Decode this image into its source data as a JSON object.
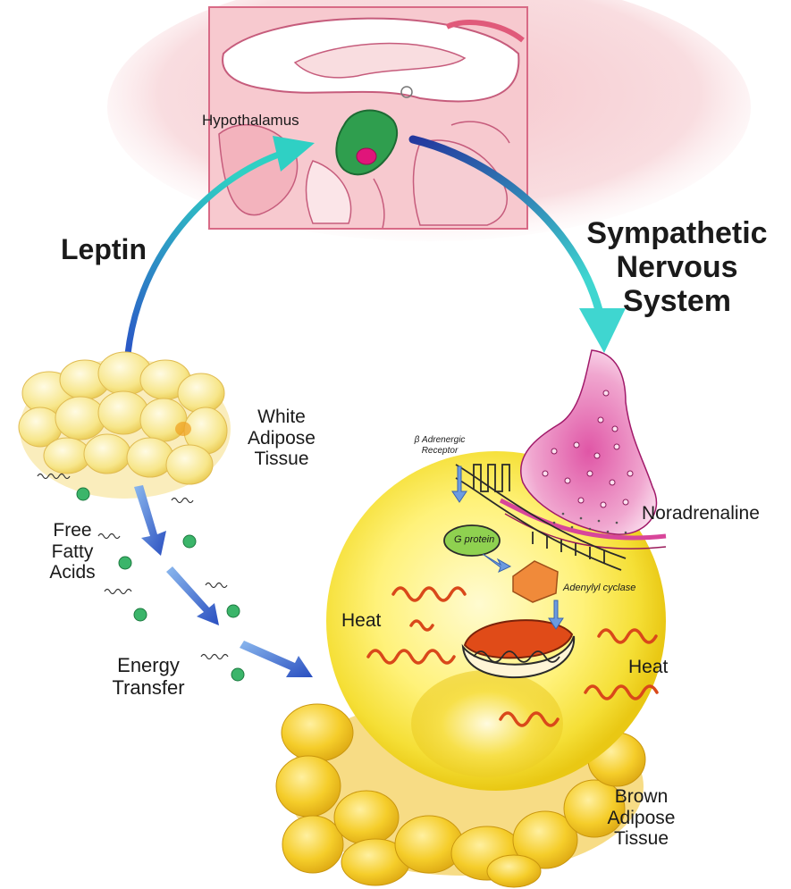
{
  "labels": {
    "hypothalamus": "Hypothalamus",
    "leptin": "Leptin",
    "sympathetic": [
      "Sympathetic",
      "Nervous",
      "System"
    ],
    "white_adipose": [
      "White",
      "Adipose",
      "Tissue"
    ],
    "free_fatty_acids": [
      "Free",
      "Fatty",
      "Acids"
    ],
    "energy_transfer": [
      "Energy",
      "Transfer"
    ],
    "beta_receptor": [
      "β Adrenergic",
      "Receptor"
    ],
    "noradrenaline": "Noradrenaline",
    "g_protein": "G protein",
    "adenylyl_cyclase": "Adenylyl cyclase",
    "heat_left": "Heat",
    "heat_right": "Heat",
    "brown_adipose": [
      "Brown",
      "Adipose",
      "Tissue"
    ]
  },
  "colors": {
    "arrow_teal": "#2ec4c0",
    "arrow_blue": "#2a55c8",
    "brain_pink": "#f3b6bd",
    "hypothalamus_green": "#2f9e4e",
    "nucleus_magenta": "#e0157a",
    "fat_yellow": "#f7e27a",
    "brown_fat_gold": "#f2c21a",
    "cell_glow": "#fff36a",
    "heat_red": "#d9481a",
    "neuron_magenta": "#d8469a",
    "fatty_acid_green": "#3bb56a",
    "g_protein_green": "#6cbf3e",
    "adenylyl_orange": "#f08a3a"
  }
}
